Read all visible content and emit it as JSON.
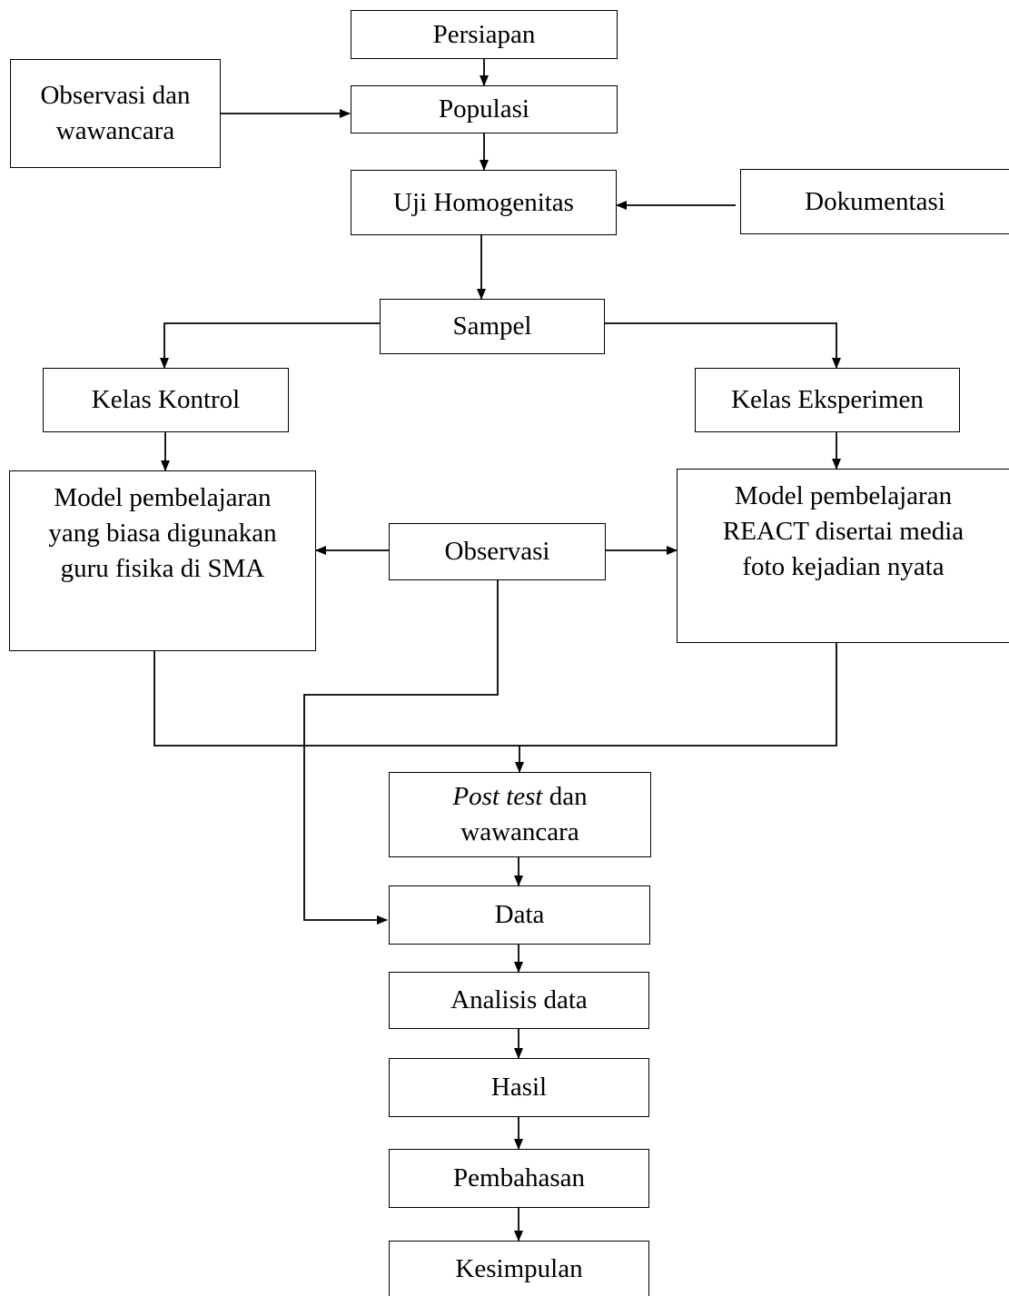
{
  "diagram": {
    "nodes": {
      "persiapan": "Persiapan",
      "observasi_wawancara": {
        "line1": "Observasi dan",
        "line2": "wawancara"
      },
      "populasi": "Populasi",
      "uji_homogenitas": "Uji Homogenitas",
      "dokumentasi": "Dokumentasi",
      "sampel": "Sampel",
      "kelas_kontrol": "Kelas Kontrol",
      "kelas_eksperimen": "Kelas Eksperimen",
      "model_kontrol": {
        "line1": "Model pembelajaran",
        "line2": "yang biasa digunakan",
        "line3": "guru fisika di SMA"
      },
      "observasi": "Observasi",
      "model_eksperimen": {
        "line1": "Model pembelajaran",
        "line2": "REACT disertai media",
        "line3": "foto kejadian nyata"
      },
      "post_test": {
        "italic": "Post test",
        "rest": " dan",
        "line2": "wawancara"
      },
      "data": "Data",
      "analisis_data": "Analisis data",
      "hasil": "Hasil",
      "pembahasan": "Pembahasan",
      "kesimpulan": "Kesimpulan"
    }
  }
}
